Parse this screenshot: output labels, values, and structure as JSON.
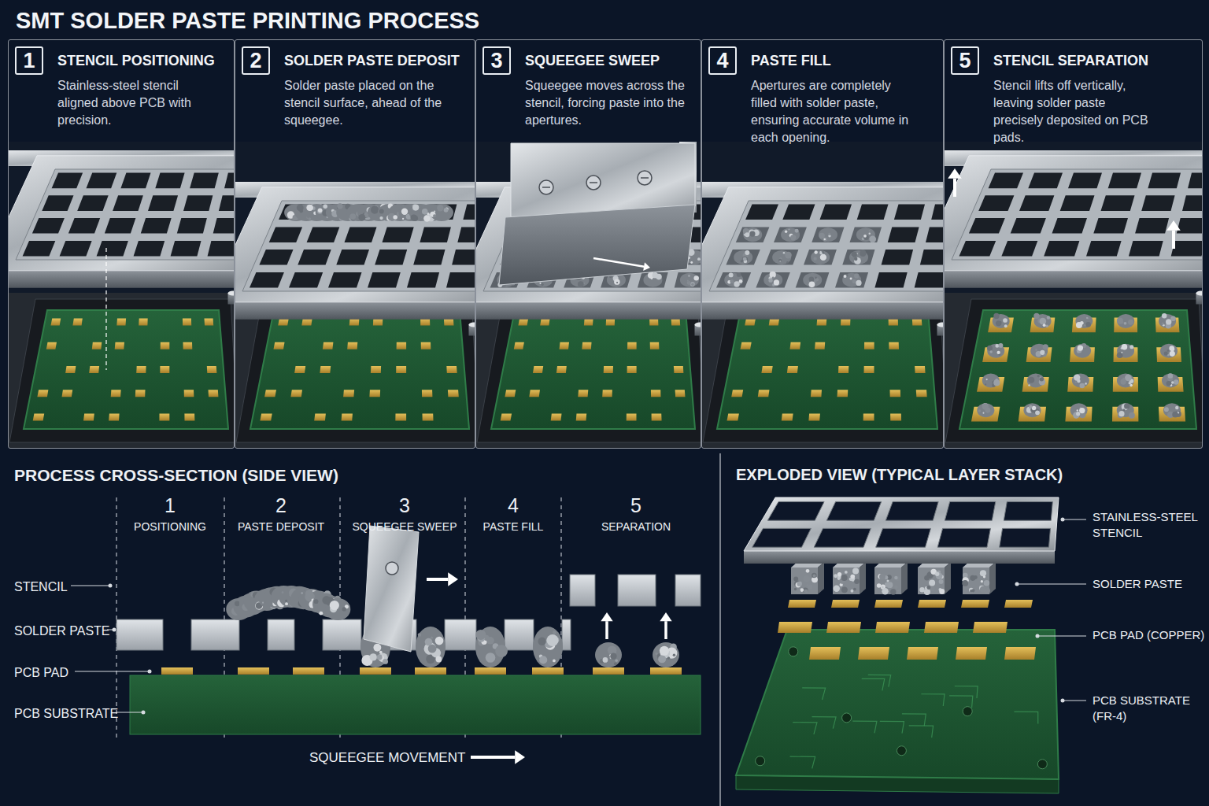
{
  "diagram": {
    "title": "SMT SOLDER PASTE PRINTING PROCESS",
    "nodes": [
      {
        "text": [
          "STENCIL POSITIONING",
          "Stainless-steel stencil aligned above PCB with precision."
        ]
      },
      {
        "text": [
          "1"
        ],
        "in": 0
      },
      {
        "text": [
          "SOLDER PASTE DEPOSIT",
          "Solder paste placed on the stencil surface, ahead of the squeegee."
        ]
      },
      {
        "text": [
          "2"
        ],
        "in": 2
      },
      {
        "text": [
          "SQUEEGEE SWEEP",
          "Squeegee moves across the stencil, forcing paste into the apertures."
        ]
      },
      {
        "text": [
          "3"
        ],
        "in": 4
      },
      {
        "text": [
          "PASTE FILL",
          "Apertures are completely filled with solder paste, ensuring accurate volume in each opening."
        ]
      },
      {
        "text": [
          "4"
        ],
        "in": 6
      },
      {
        "text": [
          "STENCIL SEPARATION",
          "Stencil lifts off vertically, leaving solder paste precisely deposited on PCB pads."
        ]
      },
      {
        "text": [
          "5"
        ],
        "in": 8
      }
    ],
    "labels": [
      "PROCESS CROSS-SECTION (SIDE VIEW)",
      "1",
      "POSITIONING",
      "2",
      "PASTE DEPOSIT",
      "3",
      "SQUEEGEE SWEEP",
      "4",
      "PASTE FILL",
      "5",
      "SEPARATION",
      "STENCIL",
      "SOLDER PASTE",
      "PCB PAD",
      "PCB SUBSTRATE",
      "SQUEEGEE MOVEMENT",
      "EXPLODED VIEW (TYPICAL LAYER STACK)",
      "STAINLESS-STEEL STENCIL",
      "SOLDER PASTE",
      "PCB PAD (COPPER)",
      "PCB SUBSTRATE (FR-4)"
    ]
  }
}
